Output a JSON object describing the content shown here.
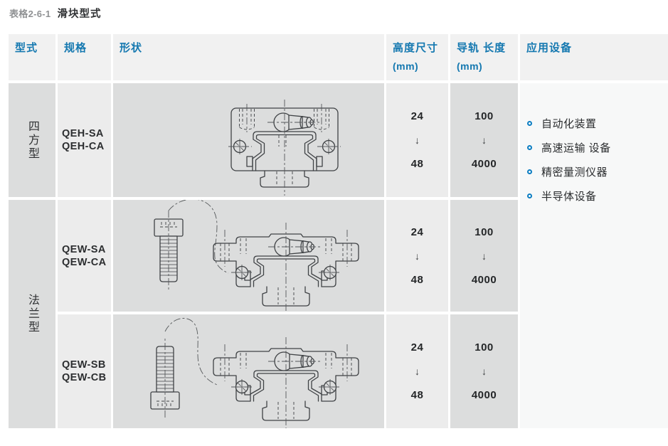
{
  "title": {
    "prefix": "表格2-6-1",
    "text": "滑块型式"
  },
  "colors": {
    "accent_blue": "#1478b0",
    "bullet_blue": "#0b7dc2",
    "header_bg": "#f1f1f1",
    "column_dark": "#dcdddd",
    "column_light": "#ececec",
    "applications_bg": "#f7f8f8",
    "text_ink": "#2b2b2b",
    "drawing_line": "#3f4245",
    "title_prefix_gray": "#8f9193"
  },
  "table": {
    "headers": {
      "type": "型式",
      "spec": "规格",
      "shape": "形状",
      "height": "高度尺寸",
      "height_unit": "(mm)",
      "rail": "导轨 长度",
      "rail_unit": "(mm)",
      "apps": "应用设备"
    },
    "groups": {
      "square": "四方型",
      "flange": "法兰型"
    },
    "rows": [
      {
        "spec1": "QEH-SA",
        "spec2": "QEH-CA",
        "h_min": "24",
        "h_max": "48",
        "arrow": "↓",
        "r_min": "100",
        "r_max": "4000",
        "drawing": "square-type-carriage"
      },
      {
        "spec1": "QEW-SA",
        "spec2": "QEW-CA",
        "h_min": "24",
        "h_max": "48",
        "arrow": "↓",
        "r_min": "100",
        "r_max": "4000",
        "drawing": "flange-type-carriage-top-bolt"
      },
      {
        "spec1": "QEW-SB",
        "spec2": "QEW-CB",
        "h_min": "24",
        "h_max": "48",
        "arrow": "↓",
        "r_min": "100",
        "r_max": "4000",
        "drawing": "flange-type-carriage-bottom-bolt"
      }
    ],
    "applications": [
      "自动化装置",
      "高速运输 设备",
      "精密量测仪器",
      "半导体设备"
    ]
  }
}
